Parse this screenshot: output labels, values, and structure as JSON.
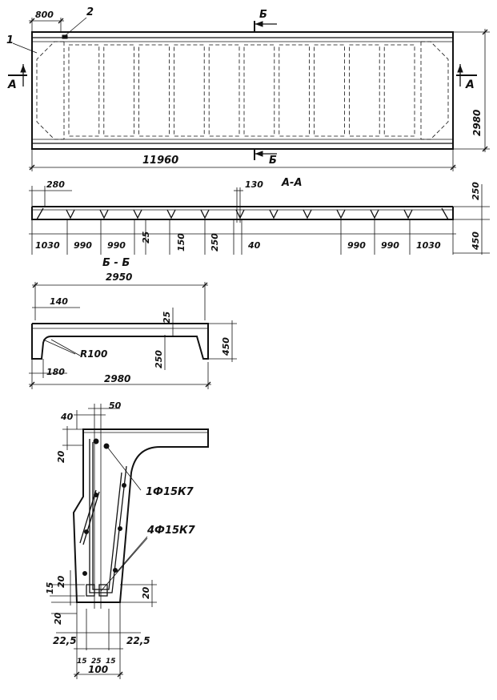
{
  "plan": {
    "dim_top_width": "800",
    "callout_1": "1",
    "callout_2": "2",
    "section_b_top": "Б",
    "section_b_bottom": "Б",
    "section_a_left": "A",
    "section_a_right": "A",
    "dim_height": "2980",
    "dim_length": "11960",
    "panel_count": 10
  },
  "section_aa": {
    "title": "A-A",
    "dim_280": "280",
    "dim_130": "130",
    "dim_250_right": "250",
    "dim_450_right": "450",
    "bottom_dims": [
      "1030",
      "990",
      "990",
      "25",
      "150",
      "250",
      "40",
      "990",
      "990",
      "1030"
    ]
  },
  "section_bb": {
    "title": "Б - Б",
    "dim_2950": "2950",
    "dim_140": "140",
    "dim_25": "25",
    "dim_450": "450",
    "dim_250": "250",
    "radius": "R100",
    "dim_180": "180",
    "dim_2980": "2980"
  },
  "detail": {
    "dim_40": "40",
    "dim_50": "50",
    "dim_20_top": "20",
    "rebar_1": "1Ф15К7",
    "rebar_4": "4Ф15К7",
    "dim_15": "15",
    "dim_20_left": "20",
    "dim_20_right": "20",
    "dim_20_bottom": "20",
    "dim_22_5_left": "22,5",
    "dim_22_5_right": "22,5",
    "dim_15a": "15",
    "dim_25": "25",
    "dim_15b": "15",
    "dim_100": "100"
  }
}
